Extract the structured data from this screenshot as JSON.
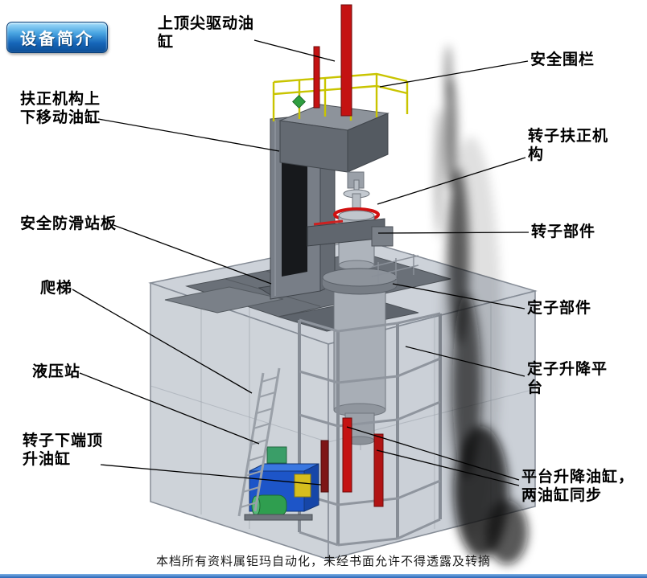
{
  "badge": {
    "label": "设备简介"
  },
  "labels": {
    "top_tip_cylinder": {
      "text": "上顶尖驱动油\n缸"
    },
    "safety_fence": {
      "text": "安全围栏"
    },
    "centering_move_cylinder": {
      "text": "扶正机构上\n下移动油缸"
    },
    "rotor_centering_mechanism": {
      "text": "转子扶正机\n构"
    },
    "anti_slip_platform": {
      "text": "安全防滑站板"
    },
    "rotor_part": {
      "text": "转子部件"
    },
    "ladder": {
      "text": "爬梯"
    },
    "stator_part": {
      "text": "定子部件"
    },
    "hydraulic_station": {
      "text": "液压站"
    },
    "stator_lift_platform": {
      "text": "定子升降平\n台"
    },
    "rotor_bottom_jack_cylinder": {
      "text": "转子下端顶\n升油缸"
    },
    "platform_lift_cylinders": {
      "text": "平台升降油缸，\n两油缸同步"
    }
  },
  "footer": {
    "text": "本档所有资料属钜玛自动化，未经书面允许不得透露及转摘"
  },
  "colors": {
    "badge_blue": "#1565b8",
    "cylinder_red": "#c41212",
    "railing_yellow": "#c9c400",
    "hydraulic_blue": "#1d55c8",
    "motor_green": "#2f9e4f",
    "enclosure_gray": "#c6ccd3",
    "bottom_bar_blue": "#2a66b8"
  }
}
